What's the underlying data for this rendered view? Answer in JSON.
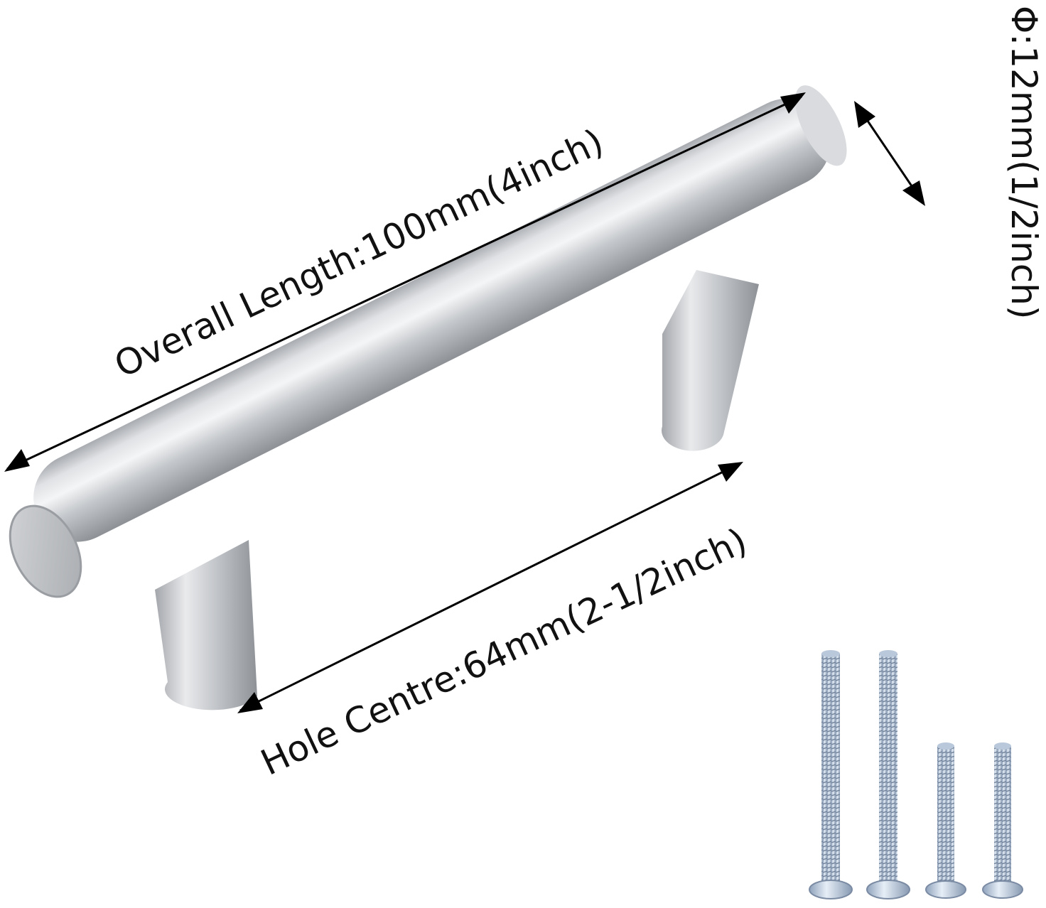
{
  "dimensions": {
    "overall_length": "Overall Length:100mm(4inch)",
    "hole_centre": "Hole Centre:64mm(2-1/2inch)",
    "diameter": "Φ:12mm(1/2inch)"
  },
  "product": {
    "handle_icon": "t-bar-handle-icon",
    "screws": [
      {
        "name": "long-screw",
        "icon": "screw-icon"
      },
      {
        "name": "long-screw",
        "icon": "screw-icon"
      },
      {
        "name": "short-screw",
        "icon": "screw-icon"
      },
      {
        "name": "short-screw",
        "icon": "screw-icon"
      }
    ]
  },
  "colors": {
    "background": "#ffffff",
    "steel_light": "#eef0f2",
    "steel_mid": "#b9bcc0",
    "steel_dark": "#8c9095",
    "screw": "#c9d6e6",
    "text": "#111111"
  }
}
